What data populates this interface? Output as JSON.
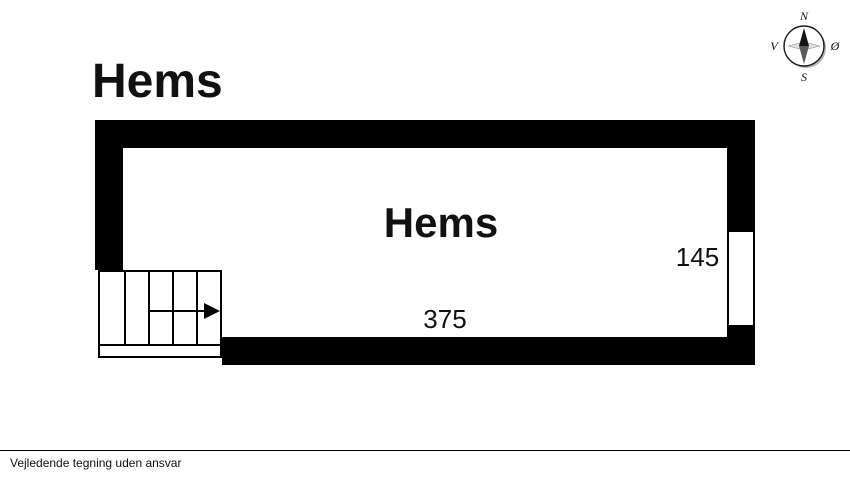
{
  "title": "Hems",
  "compass": {
    "north": "N",
    "south": "S",
    "west": "V",
    "east": "Ø"
  },
  "plan": {
    "room_label": "Hems",
    "width_cm": "375",
    "window_width_cm": "145"
  },
  "footer": {
    "disclaimer": "Vejledende tegning uden ansvar"
  },
  "colors": {
    "wall": "#000000",
    "background": "#ffffff"
  }
}
